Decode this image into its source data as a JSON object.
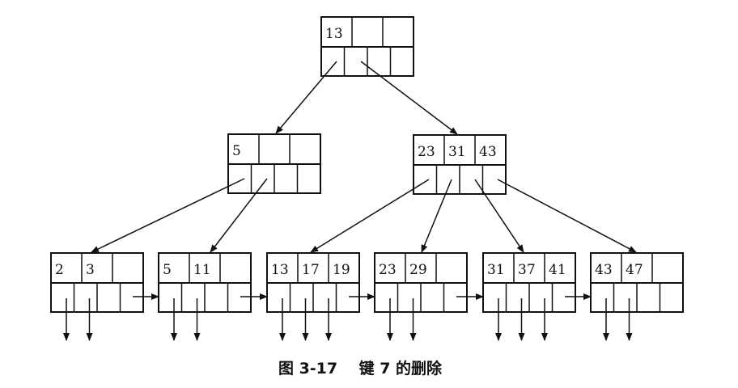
{
  "diagram": {
    "type": "B+ tree",
    "root": {
      "keys": [
        "13",
        "",
        ""
      ]
    },
    "internal": [
      {
        "keys": [
          "5",
          "",
          ""
        ]
      },
      {
        "keys": [
          "23",
          "31",
          "43"
        ]
      }
    ],
    "leaves": [
      {
        "keys": [
          "2",
          "3",
          ""
        ]
      },
      {
        "keys": [
          "5",
          "11",
          ""
        ]
      },
      {
        "keys": [
          "13",
          "17",
          "19"
        ]
      },
      {
        "keys": [
          "23",
          "29",
          ""
        ]
      },
      {
        "keys": [
          "31",
          "37",
          "41"
        ]
      },
      {
        "keys": [
          "43",
          "47",
          ""
        ]
      }
    ]
  },
  "caption": "图 3-17    键 7 的删除",
  "colors": {
    "line": "#111111",
    "background": "#ffffff"
  }
}
